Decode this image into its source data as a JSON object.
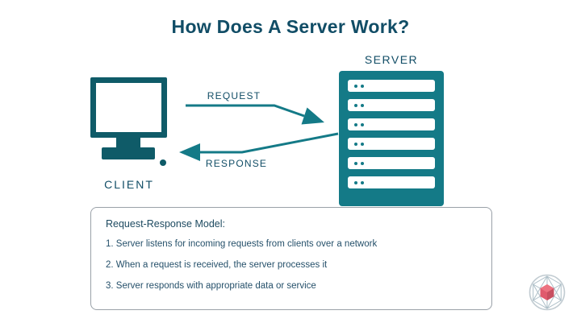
{
  "title": "How Does A Server Work?",
  "client": {
    "label": "CLIENT"
  },
  "server": {
    "label": "SERVER",
    "slot_count": 6
  },
  "arrows": {
    "request_label": "REQUEST",
    "response_label": "RESPONSE"
  },
  "info_box": {
    "title": "Request-Response Model:",
    "items": [
      "1. Server listens for incoming requests from clients over a network",
      "2. When a request is received, the server processes it",
      "3. Server responds with appropriate data or service"
    ]
  },
  "colors": {
    "teal": "#147a87",
    "dark_teal": "#0f5b68",
    "heading": "#114d66",
    "body_text": "#25506a",
    "box_border": "#9aa1a8",
    "logo_pink": "#e05a6d"
  }
}
